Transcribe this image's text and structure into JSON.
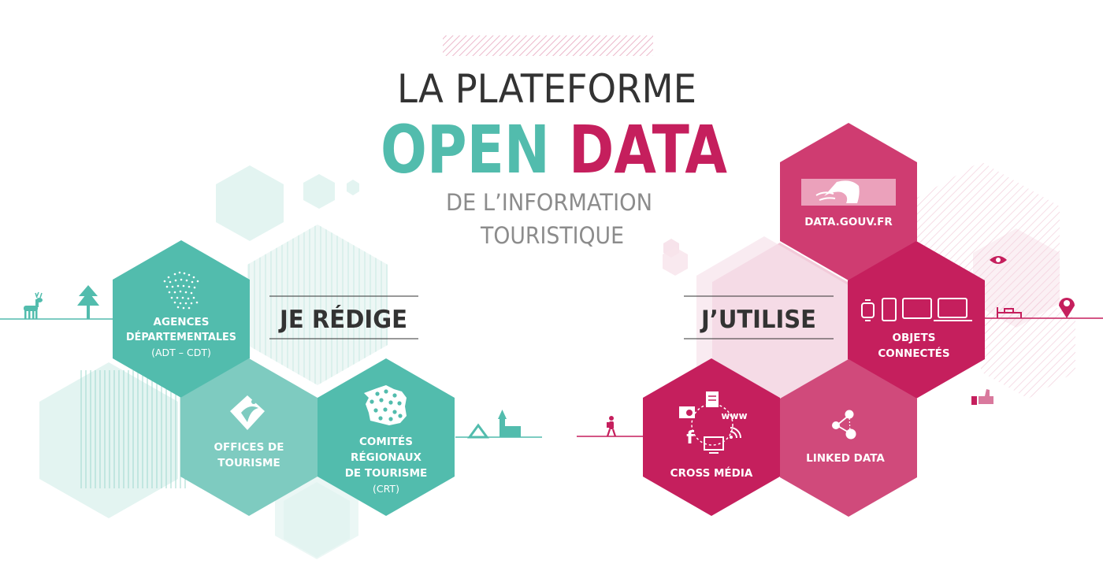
{
  "title": {
    "line1": "LA PLATEFORME",
    "open": "OPEN",
    "data": "DATA",
    "subtitle_line1": "DE L’INFORMATION",
    "subtitle_line2": "TOURISTIQUE"
  },
  "left": {
    "action": "JE RÉDIGE",
    "hexes": [
      {
        "lines": [
          "AGENCES",
          "DÉPARTEMENTALES"
        ],
        "sub": "(ADT – CDT)",
        "icon": "france-dots-icon"
      },
      {
        "lines": [
          "OFFICES DE",
          "TOURISME"
        ],
        "sub": "",
        "icon": "office-tourisme-logo-icon"
      },
      {
        "lines": [
          "COMITÉS",
          "RÉGIONAUX",
          "DE TOURISME"
        ],
        "sub": "(CRT)",
        "icon": "france-regions-icon"
      }
    ]
  },
  "right": {
    "action": "J’UTILISE",
    "hexes": [
      {
        "lines": [
          "DATA.GOUV.FR"
        ],
        "icon": "marianne-logo-icon"
      },
      {
        "lines": [
          "OBJETS",
          "CONNECTÉS"
        ],
        "icon": "devices-icon"
      },
      {
        "lines": [
          "CROSS MÉDIA"
        ],
        "icon": "media-cycle-icon",
        "www": "www",
        "f": "f"
      },
      {
        "lines": [
          "LINKED DATA"
        ],
        "icon": "linked-data-icon"
      }
    ]
  },
  "colors": {
    "teal": "#52bcad",
    "teal_light": "#7ecbc0",
    "teal_pale": "#e3f4f1",
    "pink": "#c51f5d",
    "pink_mid": "#d04a7b",
    "pink_light": "#f2cad9",
    "pink_pale": "#f7e3eb",
    "text_dark": "#333333",
    "text_grey": "#8c8c8c"
  }
}
